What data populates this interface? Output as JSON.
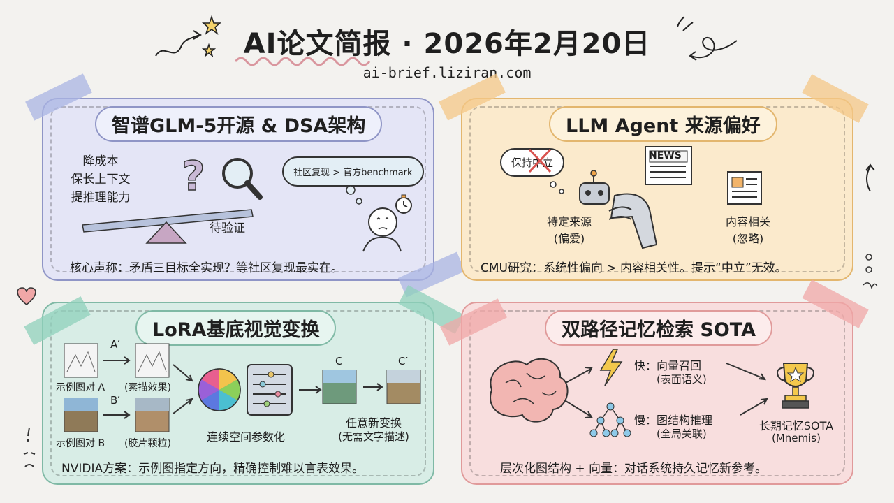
{
  "header": {
    "title": "AI论文简报 · 2026年2月20日",
    "url": "ai-brief.liziran.com"
  },
  "cards": {
    "glm": {
      "title": "智谱GLM-5开源 & DSA架构",
      "goals": [
        "降成本",
        "保长上下文",
        "提推理能力"
      ],
      "pending": "待验证",
      "bubble": "社区复现 > 官方benchmark",
      "footer": "核心声称：矛盾三目标全实现？等社区复现最实在。",
      "color": "#e4e5f6"
    },
    "agent": {
      "title": "LLM Agent 来源偏好",
      "neutral": "保持中立",
      "news": "NEWS",
      "source_label": "特定来源",
      "source_note": "(偏爱)",
      "content_label": "内容相关",
      "content_note": "(忽略)",
      "footer": "CMU研究：系统性偏向 > 内容相关性。提示“中立”无效。",
      "color": "#fbeacc"
    },
    "lora": {
      "title": "LoRA基底视觉变换",
      "a_prime": "A′",
      "b_prime": "B′",
      "c": "C",
      "c_prime": "C′",
      "example_a": "示例图对 A",
      "example_a_effect": "(素描效果)",
      "example_b": "示例图对 B",
      "example_b_effect": "(胶片颗粒)",
      "space": "连续空间参数化",
      "transform": "任意新变换",
      "transform_note": "(无需文字描述)",
      "footer": "NVIDIA方案：示例图指定方向，精确控制难以言表效果。",
      "color": "#d8ede6"
    },
    "memory": {
      "title": "双路径记忆检索 SOTA",
      "fast": "快：向量召回",
      "fast_note": "(表面语义)",
      "slow": "慢：图结构推理",
      "slow_note": "(全局关联)",
      "result": "长期记忆SOTA",
      "result_note": "(Mnemis)",
      "footer": "层次化图结构 + 向量：对话系统持久记忆新参考。",
      "color": "#f8dede"
    }
  }
}
